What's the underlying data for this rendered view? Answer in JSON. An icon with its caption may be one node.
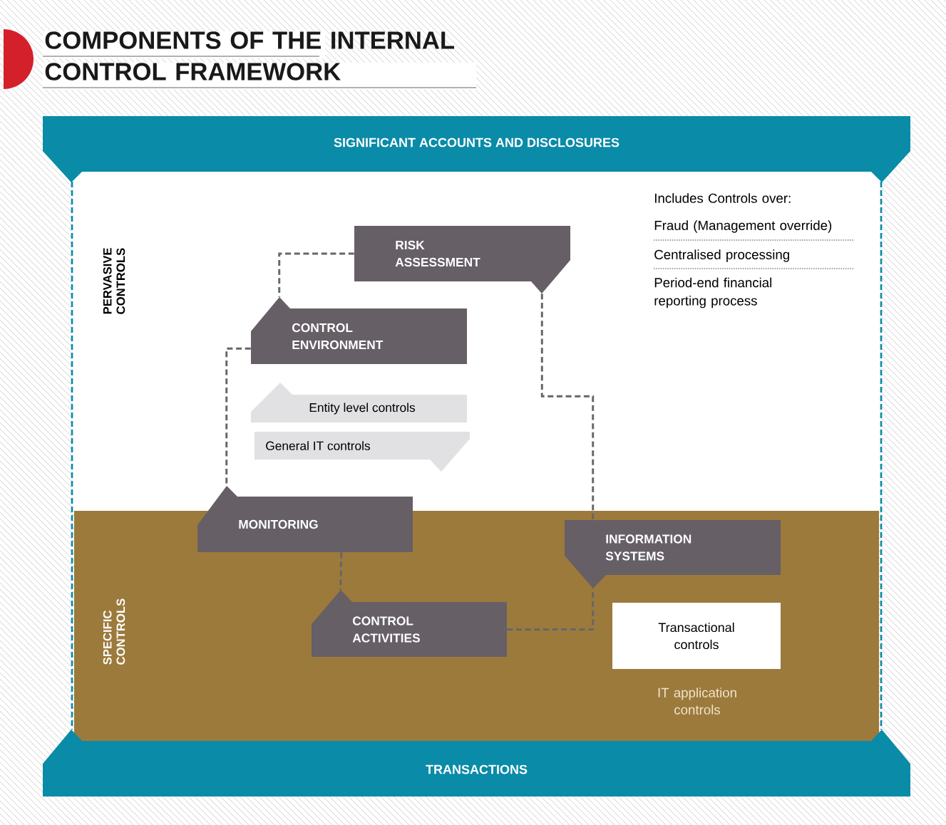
{
  "diagram": {
    "title": "COMPONENTS OF THE INTERNAL CONTROL FRAMEWORK",
    "nodes": [
      {
        "text": [
          "SIGNIFICANT ACCOUNTS AND DISCLOSURES"
        ]
      },
      {
        "text": [
          "TRANSACTIONS"
        ]
      },
      {
        "text": [
          "PERVASIVE CONTROLS"
        ]
      },
      {
        "text": [
          "SPECIFIC CONTROLS"
        ]
      },
      {
        "text": [
          "RISK ASSESSMENT"
        ],
        "in": 2
      },
      {
        "text": [
          "CONTROL ENVIRONMENT"
        ],
        "in": 2
      },
      {
        "text": [
          "Entity level controls"
        ],
        "in": 2
      },
      {
        "text": [
          "General IT controls"
        ],
        "in": 2
      },
      {
        "text": [
          "MONITORING"
        ]
      },
      {
        "text": [
          "INFORMATION SYSTEMS"
        ],
        "in": 3
      },
      {
        "text": [
          "CONTROL ACTIVITIES"
        ],
        "in": 3
      },
      {
        "text": [
          "Transactional controls"
        ],
        "in": 3
      }
    ],
    "edges": [
      {
        "from": 4,
        "to": 5,
        "arrow": "none",
        "style": "dashed"
      },
      {
        "from": 5,
        "to": 8,
        "arrow": "none",
        "style": "dashed"
      },
      {
        "from": 4,
        "to": 9,
        "arrow": "none",
        "style": "dashed"
      },
      {
        "from": 8,
        "to": 10,
        "arrow": "none",
        "style": "dashed"
      },
      {
        "from": 10,
        "to": 9,
        "arrow": "none",
        "style": "dashed"
      }
    ],
    "labels": [
      "Includes Controls over:",
      "Fraud (Management override)",
      "Centralised processing",
      "Period-end financial reporting process",
      "IT application controls"
    ]
  }
}
